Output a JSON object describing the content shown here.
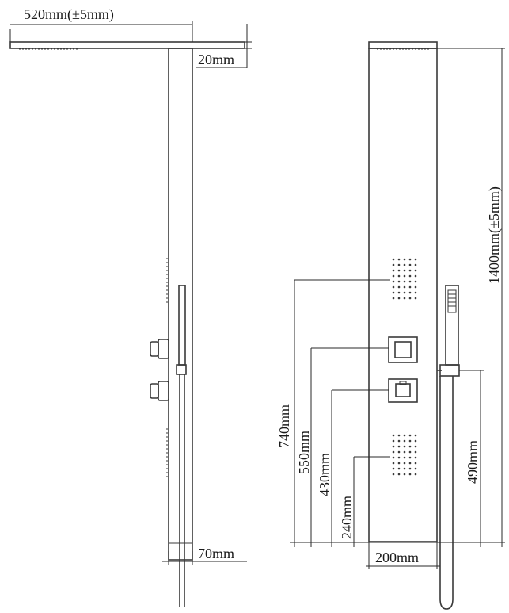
{
  "dimensions": {
    "top_width": "520mm(±5mm)",
    "top_thickness": "20mm",
    "panel_depth": "70mm",
    "total_height": "1400mm(±5mm)",
    "upper_nozzle_height": "740mm",
    "upper_valve_height": "550mm",
    "lower_valve_height": "430mm",
    "lower_nozzle_height": "240mm",
    "handshower_holder_height": "490mm",
    "panel_width": "200mm"
  },
  "colors": {
    "line": "#3a3a3a",
    "background": "#ffffff"
  }
}
